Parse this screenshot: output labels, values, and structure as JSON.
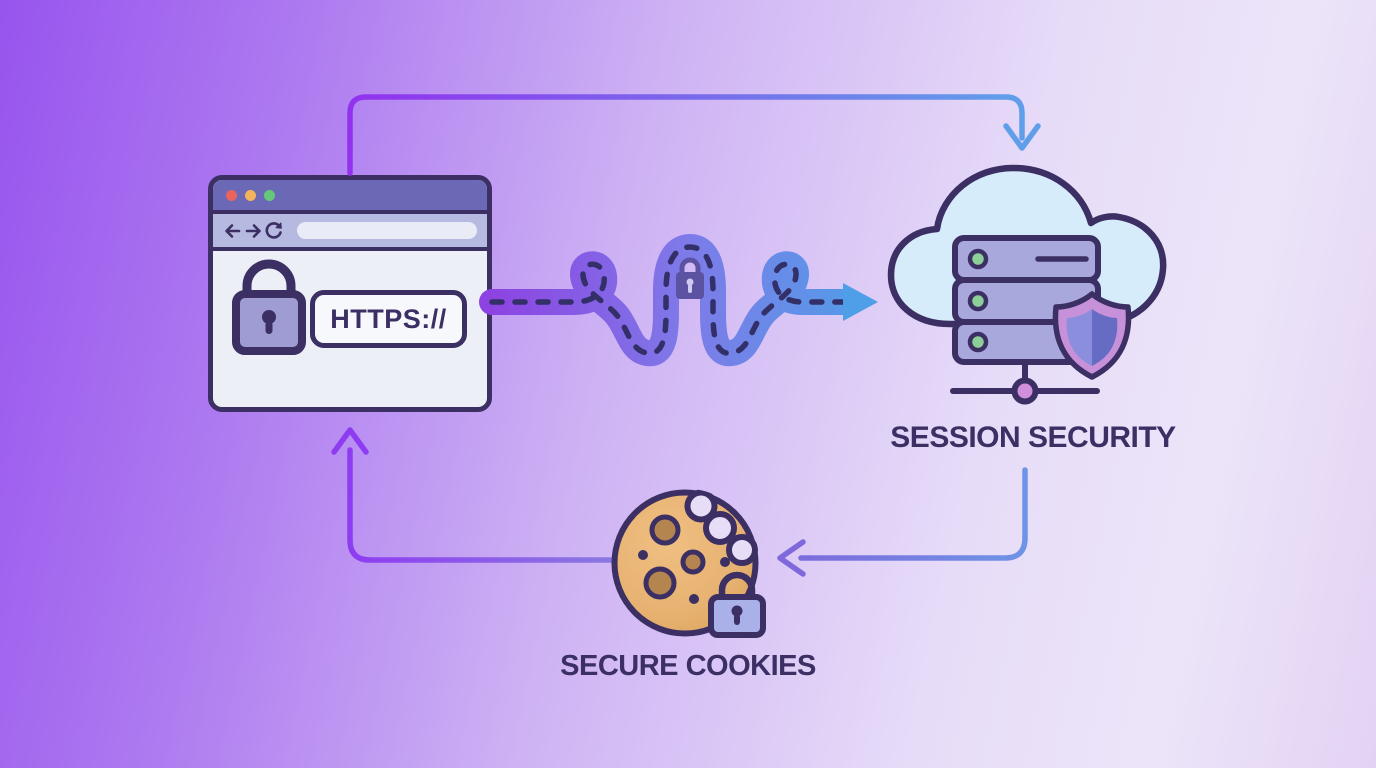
{
  "browser": {
    "url_text": "HTTPS://",
    "traffic_lights": [
      "#e8645c",
      "#f2b35c",
      "#64c878"
    ]
  },
  "labels": {
    "session_security": "SESSION SECURITY",
    "secure_cookies": "SECURE COOKIES"
  },
  "icons": [
    "back-arrow-icon",
    "forward-arrow-icon",
    "refresh-icon",
    "https-lock-icon",
    "connection-lock-icon",
    "cloud-icon",
    "server-rack-icon",
    "server-led-icon",
    "shield-icon",
    "network-node-icon",
    "cookie-icon",
    "cookie-lock-icon",
    "down-arrowhead-icon",
    "up-arrowhead-icon",
    "left-arrowhead-icon",
    "right-arrowhead-icon"
  ],
  "colors": {
    "background_left": "#9854ee",
    "background_right": "#ece5f9",
    "outline": "#3b2f63",
    "titlebar": "#6b69b5",
    "toolbar": "#b6b9e0",
    "ribbon_purple": "#8d43e2",
    "ribbon_blue": "#4f9fe8",
    "dash": "#332f68",
    "cloud_fill": "#d7ecfb",
    "server_fill": "#a9a8dc",
    "led_green": "#8ccf97",
    "shield_outer": "#c791d9",
    "shield_inner": "#8a8edc",
    "node_pink": "#cf8fdb",
    "cookie_fill": "#e7b271",
    "chip_brown": "#b5854f",
    "lock_periwinkle": "#9e9cd2",
    "cookie_lock_fill": "#aab1e8",
    "arrow_purple": "#8e3cf2",
    "arrow_blue": "#5f9fe9"
  },
  "diagram": {
    "nodes": [
      {
        "id": "browser",
        "label": "HTTPS://"
      },
      {
        "id": "server",
        "label": "SESSION SECURITY"
      },
      {
        "id": "cookie",
        "label": "SECURE COOKIES"
      }
    ],
    "flow": [
      {
        "from": "browser",
        "to": "server",
        "style": "rounded-corner arrow, top"
      },
      {
        "from": "browser",
        "to": "server",
        "style": "thick wavy encrypted ribbon with lock and dashes"
      },
      {
        "from": "server",
        "to": "cookie",
        "style": "rounded-corner arrow"
      },
      {
        "from": "cookie",
        "to": "browser",
        "style": "rounded-corner arrow"
      }
    ]
  }
}
